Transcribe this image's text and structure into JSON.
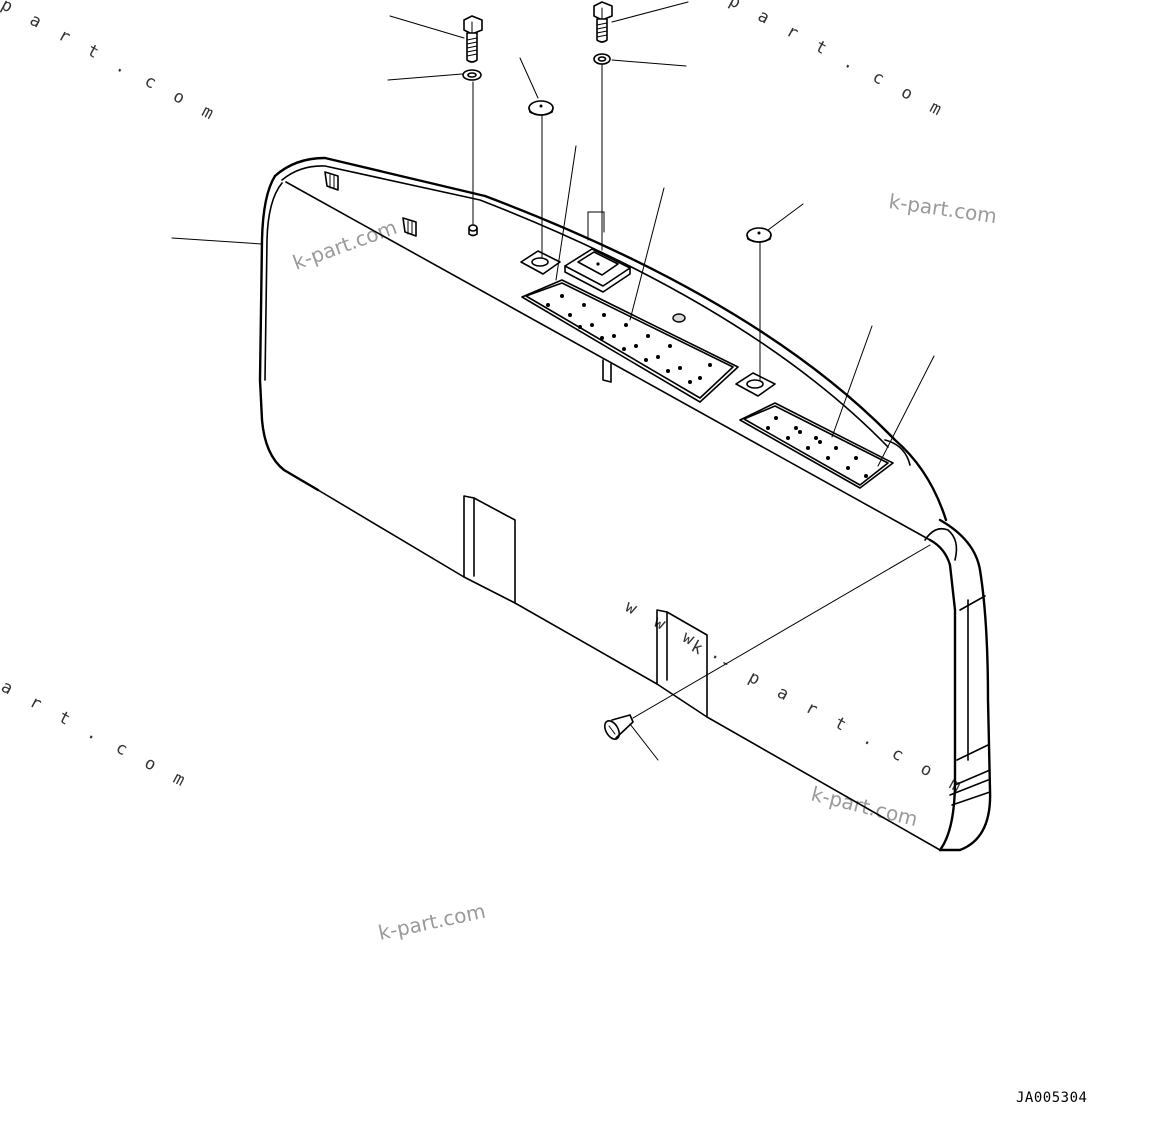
{
  "drawing_code": "JA005304",
  "watermarks": {
    "plain": "k-part.com",
    "spaced_top_left": "p a r t . c o m",
    "spaced_top_right": "p a r t . c o m",
    "spaced_left": "a r t . c o m",
    "spaced_www": "w w w .",
    "spaced_center": "k - p a r t . c o m"
  }
}
